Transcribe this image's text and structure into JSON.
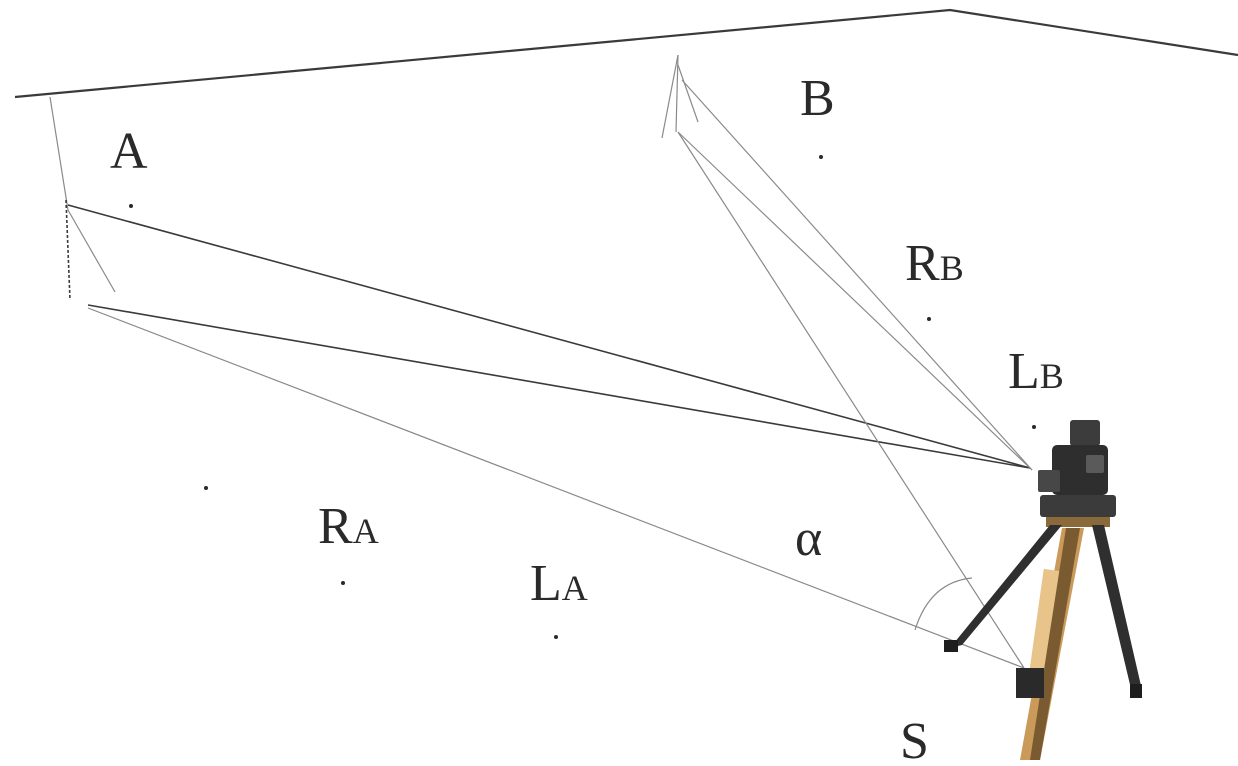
{
  "labels": {
    "point_a": "A",
    "point_b": "B",
    "range_b_main": "R",
    "range_b_sub": "B",
    "line_b_main": "L",
    "line_b_sub": "B",
    "range_a_main": "R",
    "range_a_sub": "A",
    "line_a_main": "L",
    "line_a_sub": "A",
    "angle": "α",
    "station": "S"
  },
  "colors": {
    "line": "#3a3a3a",
    "faint_line": "#8a8a8a",
    "text": "#2a2a2a",
    "background": "#ffffff"
  },
  "icons": {
    "instrument": "total-station-tripod-icon"
  }
}
